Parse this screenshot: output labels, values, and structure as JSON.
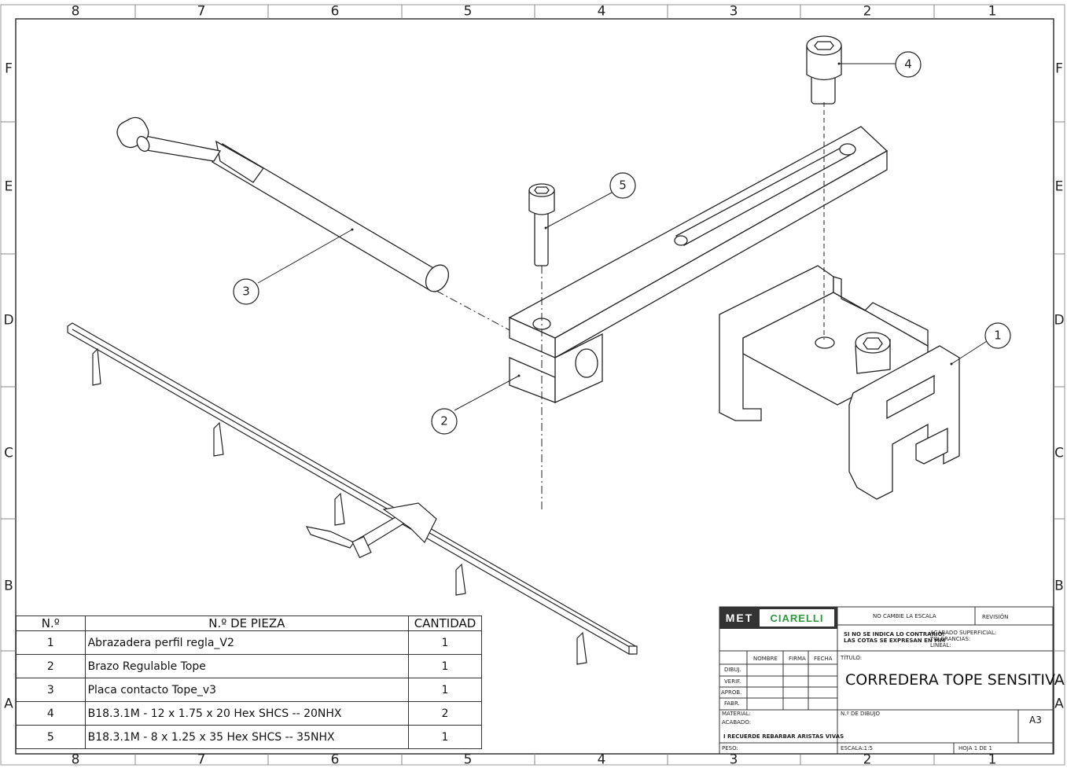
{
  "zones": {
    "columns": [
      "8",
      "7",
      "6",
      "5",
      "4",
      "3",
      "2",
      "1"
    ],
    "rows": [
      "F",
      "E",
      "D",
      "C",
      "B",
      "A"
    ]
  },
  "callouts": [
    "1",
    "2",
    "3",
    "4",
    "5"
  ],
  "bom": {
    "headers": [
      "N.º",
      "N.º DE PIEZA",
      "CANTIDAD"
    ],
    "rows": [
      {
        "n": "1",
        "part": "Abrazadera perfil regla_V2",
        "qty": "1"
      },
      {
        "n": "2",
        "part": "Brazo Regulable Tope",
        "qty": "1"
      },
      {
        "n": "3",
        "part": "Placa contacto Tope_v3",
        "qty": "1"
      },
      {
        "n": "4",
        "part": "B18.3.1M - 12 x 1.75 x 20 Hex SHCS -- 20NHX",
        "qty": "2"
      },
      {
        "n": "5",
        "part": "B18.3.1M - 8 x 1.25 x 35 Hex SHCS -- 35NHX",
        "qty": "1"
      }
    ]
  },
  "title_block": {
    "logo_left": "MET",
    "logo_right": "CIARELLI",
    "no_scale": "NO CAMBIE LA ESCALA",
    "revision": "REVISIÓN",
    "note_line1": "SI NO SE INDICA LO CONTRARIO:",
    "note_line2": "LAS COTAS SE EXPRESAN EN MM",
    "finish": "ACABADO SUPERFICIAL:",
    "tolerances": "TOLERANCIAS:",
    "linear": "LINEAL:",
    "col_name": "NOMBRE",
    "col_sign": "FIRMA",
    "col_date": "FECHA",
    "row_drawn": "DIBUJ.",
    "row_verif": "VERIF.",
    "row_approved": "APROB.",
    "row_fab": "FABR.",
    "title_label": "TÍTULO:",
    "title": "CORREDERA TOPE SENSITIVA",
    "material": "MATERIAL:",
    "acabado": "ACABADO:",
    "edges_note": "I RECUERDE REBARBAR ARISTAS VIVAS",
    "drawing_no": "N.º DE DIBUJO",
    "size": "A3",
    "weight": "PESO:",
    "scale": "ESCALA:1:5",
    "sheet": "HOJA 1 DE 1"
  },
  "colors": {
    "line": "#222222",
    "logo_bg": "#333333",
    "logo_green": "#2e9a3e"
  }
}
